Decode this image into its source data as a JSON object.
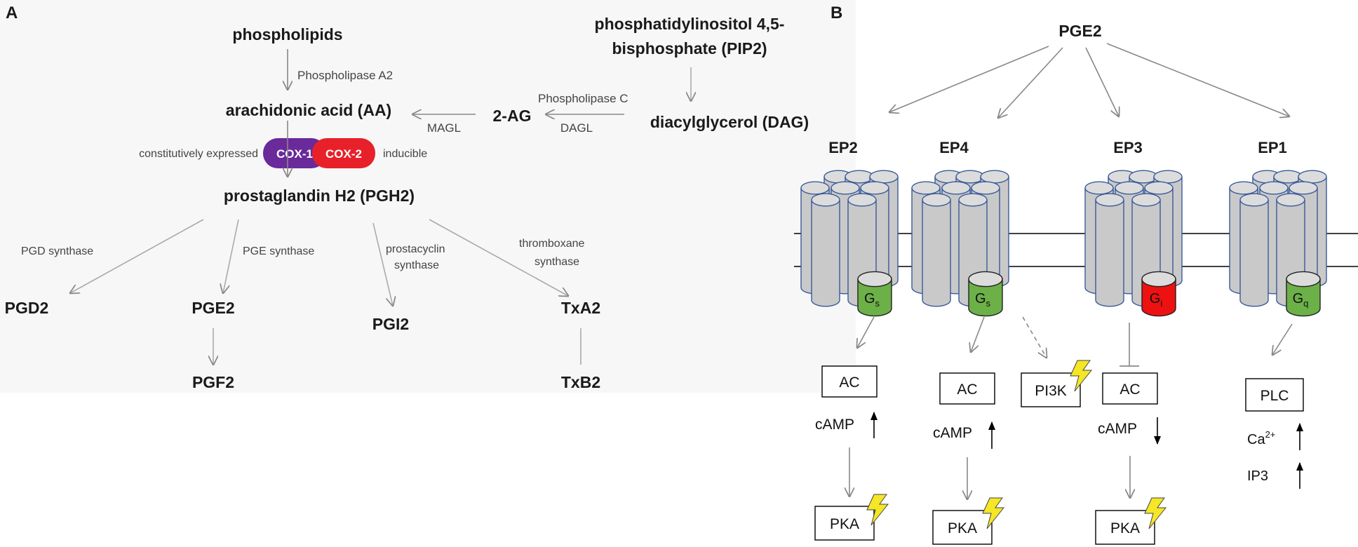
{
  "panel_a": {
    "letter": "A",
    "phospholipids": "phospholipids",
    "pla2": "Phospholipase A2",
    "aa": "arachidonic acid (AA)",
    "magl": "MAGL",
    "two_ag": "2-AG",
    "plc_label": "Phospholipase C",
    "dagl": "DAGL",
    "pip2_line1": "phosphatidylinositol 4,5-",
    "pip2_line2": "bisphosphate (PIP2)",
    "dag": "diacylglycerol (DAG)",
    "constitutive": "constitutively expressed",
    "cox1": "COX-1",
    "cox2": "COX-2",
    "inducible": "inducible",
    "pgh2": "prostaglandin H2 (PGH2)",
    "pgd_synthase": "PGD synthase",
    "pge_synthase": "PGE synthase",
    "prostacyclin_1": "prostacyclin",
    "prostacyclin_2": "synthase",
    "thromboxane_1": "thromboxane",
    "thromboxane_2": "synthase",
    "pgd2": "PGD2",
    "pge2": "PGE2",
    "pgi2": "PGI2",
    "txa2": "TxA2",
    "pgf2": "PGF2",
    "txb2": "TxB2"
  },
  "panel_b": {
    "letter": "B",
    "pge2": "PGE2",
    "receptors": [
      {
        "name": "EP2",
        "g_main": "G",
        "g_sub": "s",
        "effector": "AC",
        "second_messenger": "cAMP",
        "direction": "up",
        "kinase": "PKA"
      },
      {
        "name": "EP4",
        "g_main": "G",
        "g_sub": "s",
        "effector": "AC",
        "second_messenger": "cAMP",
        "direction": "up",
        "kinase": "PKA",
        "extra_effector": "PI3K"
      },
      {
        "name": "EP3",
        "g_main": "G",
        "g_sub": "i",
        "effector": "AC",
        "second_messenger": "cAMP",
        "direction": "down",
        "kinase": "PKA"
      },
      {
        "name": "EP1",
        "g_main": "G",
        "g_sub": "q",
        "effector": "PLC",
        "ca_main": "Ca",
        "ca_sup": "2+",
        "ip3": "IP3"
      }
    ]
  },
  "colors": {
    "cox1": "#6a2a9a",
    "cox2": "#e8202a",
    "g_protein_active": "#6cb048",
    "g_protein_inhibitory": "#ee1111",
    "receptor_fill": "#c9c9c9",
    "receptor_stroke": "#3a5a9a",
    "lightning": "#f5e626"
  }
}
